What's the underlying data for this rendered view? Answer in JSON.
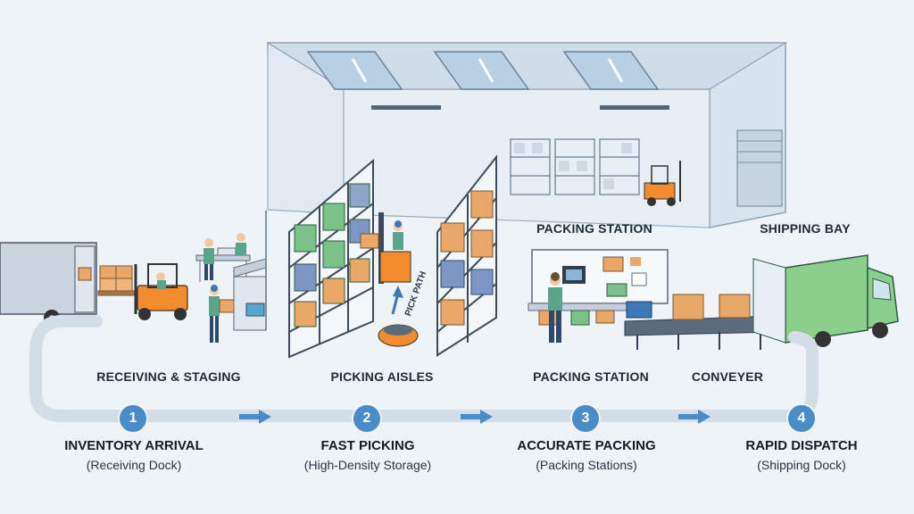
{
  "scene_labels": {
    "receiving": "RECEIVING & STAGING",
    "picking": "PICKING AISLES",
    "packing_lower": "PACKING STATION",
    "conveyer": "CONVEYER",
    "packing_upper": "PACKING STATION",
    "shipping_bay": "SHIPPING BAY",
    "pick_path": "PICK PATH"
  },
  "steps": [
    {
      "number": "1",
      "title": "INVENTORY ARRIVAL",
      "subtitle": "(Receiving Dock)"
    },
    {
      "number": "2",
      "title": "FAST PICKING",
      "subtitle": "(High-Density Storage)"
    },
    {
      "number": "3",
      "title": "ACCURATE PACKING",
      "subtitle": "(Packing Stations)"
    },
    {
      "number": "4",
      "title": "RAPID DISPATCH",
      "subtitle": "(Shipping Dock)"
    }
  ],
  "colors": {
    "flow": "#4a8cc7",
    "box": "#e9a867",
    "green": "#7cc08a",
    "truck_green": "#8ccf8c",
    "forklift": "#f08b2e",
    "rack": "#3d4a5a"
  }
}
